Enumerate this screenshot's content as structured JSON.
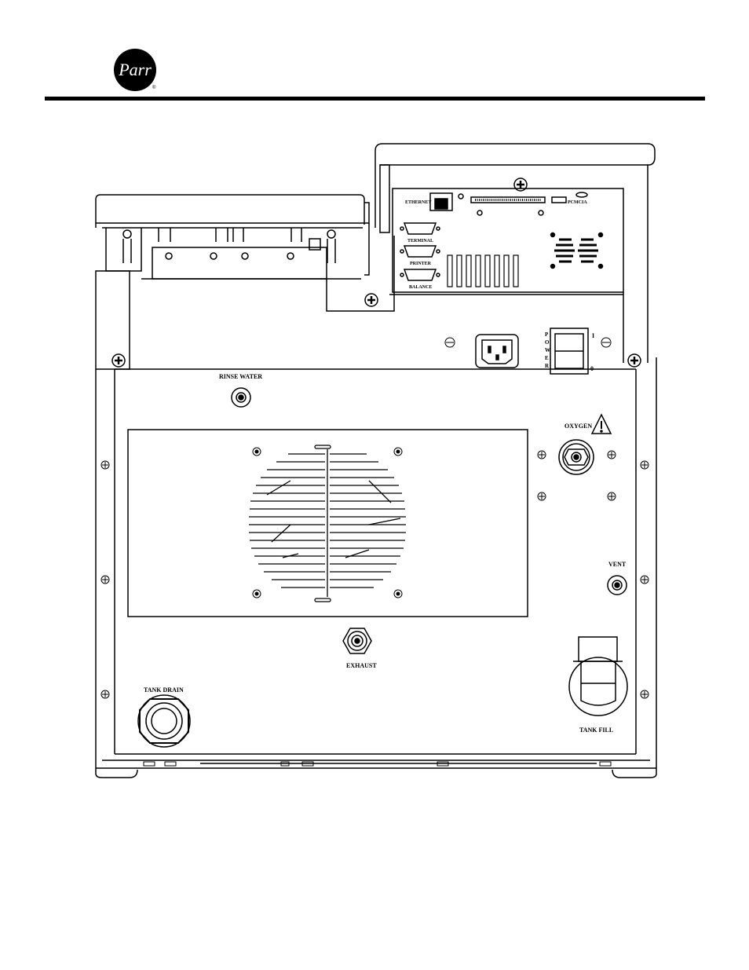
{
  "header": {
    "logo_text": "Parr",
    "logo_mark": "®"
  },
  "labels": {
    "ethernet": "ETHERNET",
    "pcmcia": "PCMCIA",
    "terminal": "TERMINAL",
    "printer": "PRINTER",
    "balance": "BALANCE",
    "power": "POWER",
    "switch_on": "I",
    "switch_off": "0",
    "rinse_water": "RINSE WATER",
    "oxygen": "OXYGEN",
    "vent": "VENT",
    "exhaust": "EXHAUST",
    "tank_drain": "TANK DRAIN",
    "tank_fill": "TANK FILL"
  }
}
